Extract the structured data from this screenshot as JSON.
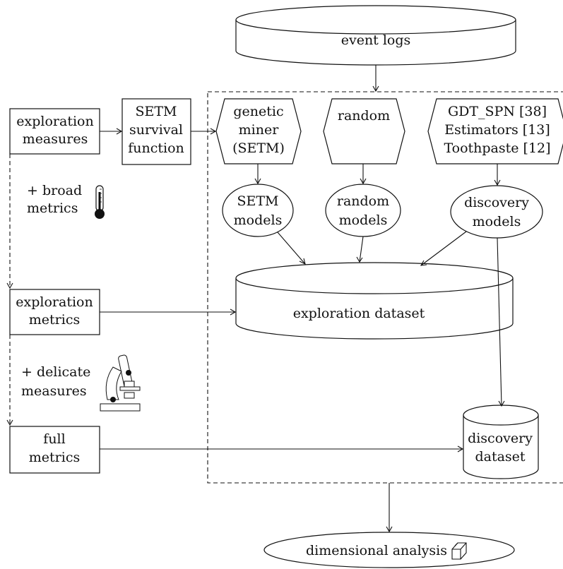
{
  "diagram": {
    "event_logs": "event logs",
    "exploration_measures": [
      "exploration",
      "measures"
    ],
    "setm_survival": [
      "SETM",
      "survival",
      "function"
    ],
    "genetic_miner": [
      "genetic",
      "miner",
      "(SETM)"
    ],
    "random": "random",
    "discovery_methods": [
      "GDT_SPN [38]",
      "Estimators [13]",
      "Toothpaste [12]"
    ],
    "setm_models": [
      "SETM",
      "models"
    ],
    "random_models": [
      "random",
      "models"
    ],
    "discovery_models": [
      "discovery",
      "models"
    ],
    "broad_metrics": [
      "+ broad",
      "metrics"
    ],
    "exploration_metrics": [
      "exploration",
      "metrics"
    ],
    "exploration_dataset": "exploration dataset",
    "delicate_measures": [
      "+ delicate",
      "measures"
    ],
    "full_metrics": [
      "full",
      "metrics"
    ],
    "discovery_dataset": [
      "discovery",
      "dataset"
    ],
    "dimensional_analysis": "dimensional analysis",
    "icons": {
      "thermometer": "thermometer-icon",
      "microscope": "microscope-icon",
      "cube": "cube-icon"
    }
  }
}
